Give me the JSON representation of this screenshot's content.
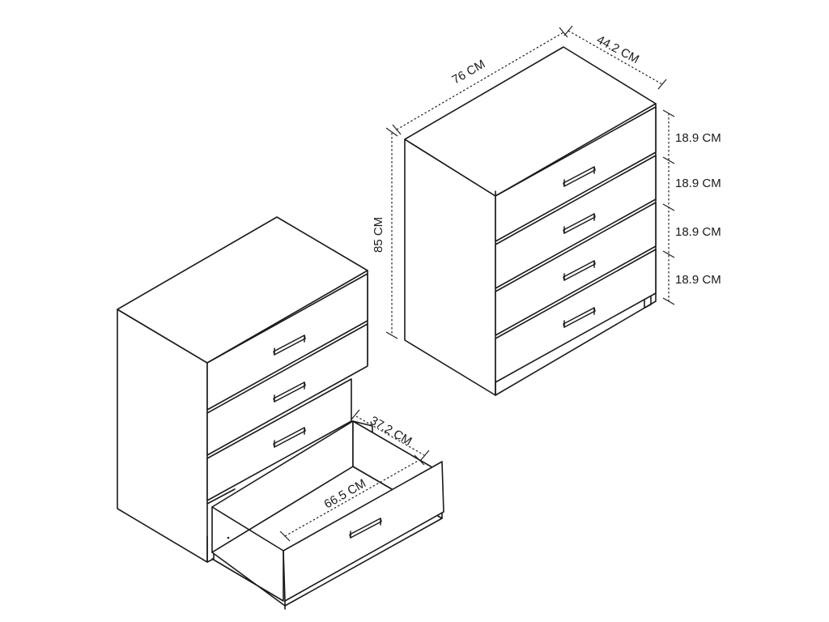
{
  "dimensions": {
    "width": "76 CM",
    "depth": "44.2 CM",
    "height": "85 CM",
    "drawer_height_1": "18.9 CM",
    "drawer_height_2": "18.9 CM",
    "drawer_height_3": "18.9 CM",
    "drawer_height_4": "18.9 CM",
    "drawer_inner_depth": "37.2 CM",
    "drawer_inner_width": "66.5 CM"
  }
}
